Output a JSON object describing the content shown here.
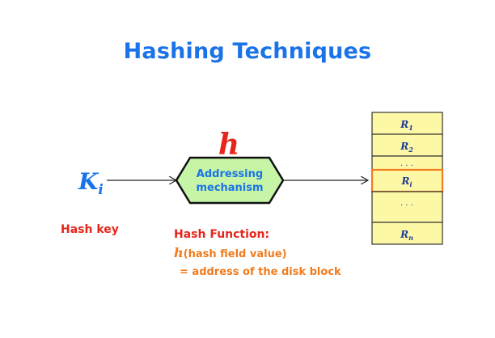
{
  "title": "Hashing Techniques",
  "diagram": {
    "key_symbol": "K",
    "key_subscript": "i",
    "hash_symbol": "h",
    "box_line1": "Addressing",
    "box_line2": "mechanism",
    "records": [
      {
        "label": "R",
        "sub": "1"
      },
      {
        "label": "R",
        "sub": "2"
      },
      {
        "label": "R",
        "sub": "i"
      },
      {
        "label": "R",
        "sub": "n"
      }
    ],
    "ellipsis": ". . .",
    "colors": {
      "title": "#1a73e8",
      "hexagon_fill": "#c6f5a8",
      "record_fill": "#fdf8a6",
      "highlight": "#f07c1e",
      "hash_h": "#e8251a",
      "key": "#1a73e8"
    }
  },
  "labels": {
    "hash_key": "Hash key",
    "hash_function_title": "Hash Function:",
    "hash_function_symbol": "h",
    "hash_function_arg": "(hash field value)",
    "hash_function_result": "= address of the disk block"
  }
}
